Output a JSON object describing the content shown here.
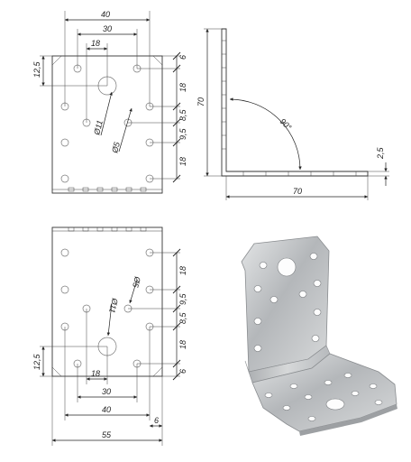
{
  "front_view": {
    "dims": {
      "width_40": "40",
      "width_30": "30",
      "width_18": "18",
      "left_12_5": "12,5",
      "right_6": "6",
      "right_18a": "18",
      "right_8_5": "8,5",
      "right_9_5": "9,5",
      "right_18b": "18",
      "hole_d11": "Ø11",
      "hole_d5": "Ø5"
    }
  },
  "side_view": {
    "dims": {
      "height_70": "70",
      "angle_90": "90°",
      "base_70": "70",
      "thickness_2_5": "2,5"
    }
  },
  "back_view": {
    "dims": {
      "right_18a": "18",
      "right_9_5": "9,5",
      "right_8_5": "8,5",
      "right_18b": "18",
      "right_6": "6",
      "left_12_5": "12,5",
      "width_18": "18",
      "width_30": "30",
      "width_40": "40",
      "offset_6": "6",
      "width_55": "55",
      "hole_d5": "Ø5",
      "hole_d11": "Ø11"
    }
  },
  "photo": {
    "alt": "angle bracket"
  }
}
